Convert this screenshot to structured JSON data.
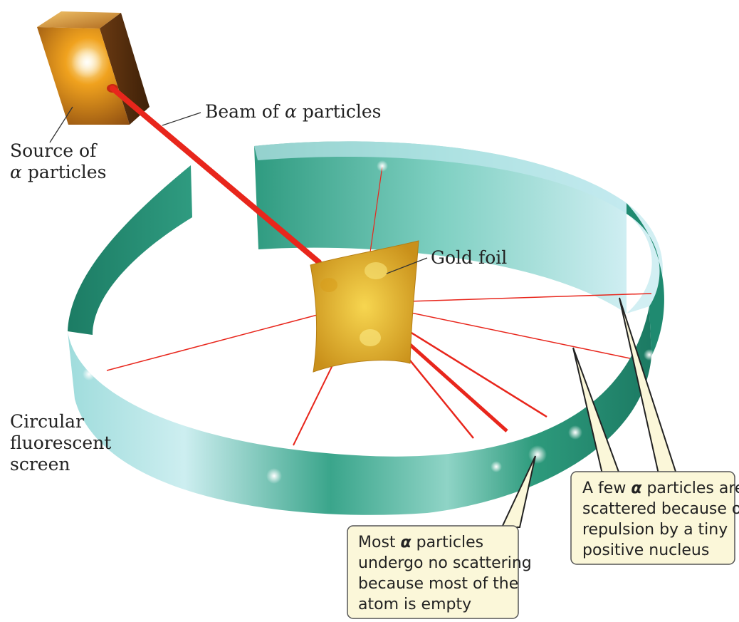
{
  "labels": {
    "source_line1": "Source of",
    "source_line2": "particles",
    "beam_prefix": "Beam of",
    "beam_suffix": "particles",
    "gold_foil": "Gold foil",
    "screen_line1": "Circular",
    "screen_line2": "fluorescent",
    "screen_line3": "screen"
  },
  "greek_alpha": "α",
  "callouts": {
    "few": {
      "line1_prefix": "A few",
      "line1_suffix": "particles are",
      "line2": "scattered because of",
      "line3": "repulsion by a tiny",
      "line4": "positive nucleus"
    },
    "most": {
      "line1_prefix": "Most",
      "line1_suffix": "particles",
      "line2": "undergo no scattering",
      "line3": "because most of the",
      "line4": "atom is empty"
    }
  },
  "colors": {
    "beam": "#e8261c",
    "screen_dark": "#1f8a70",
    "screen_light": "#cfeef0",
    "gold": "#e0b025",
    "callout_fill": "#fbf7d9"
  }
}
